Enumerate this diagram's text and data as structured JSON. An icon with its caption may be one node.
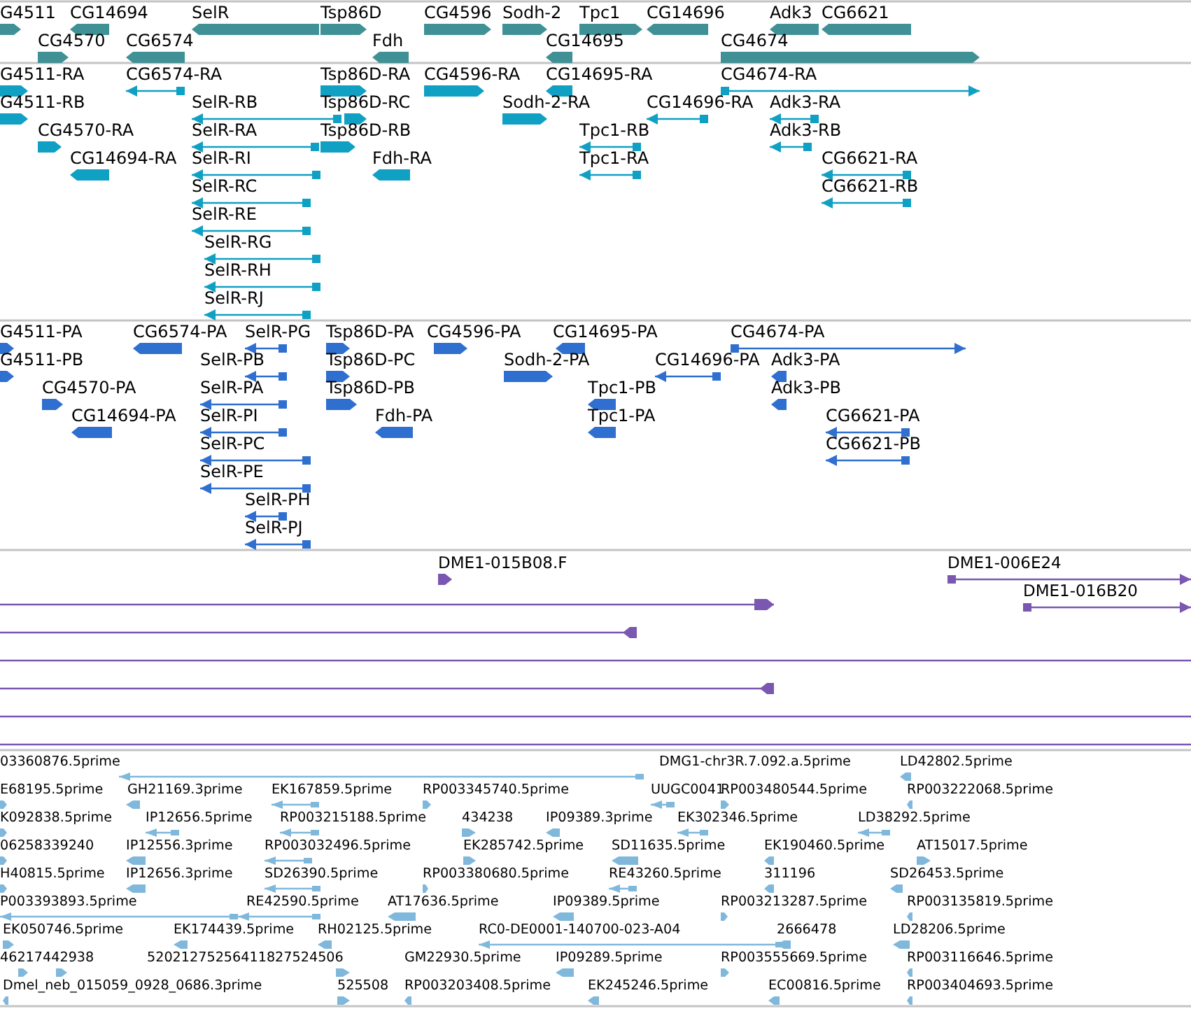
{
  "diagram": {
    "labels": [
      "G4511",
      "CG14694",
      "SelR",
      "Tsp86D",
      "CG4596",
      "Sodh-2",
      "Tpc1",
      "CG14696",
      "Adk3",
      "CG6621",
      "CG4570",
      "CG6574",
      "Fdh",
      "CG14695",
      "CG4674",
      "G4511-RA",
      "CG6574-RA",
      "Tsp86D-RA",
      "CG4596-RA",
      "CG14695-RA",
      "CG4674-RA",
      "G4511-RB",
      "SelR-RB",
      "Tsp86D-RC",
      "Sodh-2-RA",
      "CG14696-RA",
      "Adk3-RA",
      "CG4570-RA",
      "SelR-RA",
      "Tsp86D-RB",
      "Tpc1-RB",
      "Adk3-RB",
      "CG14694-RA",
      "SelR-RI",
      "Fdh-RA",
      "Tpc1-RA",
      "CG6621-RA",
      "SelR-RC",
      "CG6621-RB",
      "SelR-RE",
      "SelR-RG",
      "SelR-RH",
      "SelR-RJ",
      "G4511-PA",
      "CG6574-PA",
      "SelR-PG",
      "Tsp86D-PA",
      "CG4596-PA",
      "CG14695-PA",
      "CG4674-PA",
      "G4511-PB",
      "SelR-PB",
      "Tsp86D-PC",
      "Sodh-2-PA",
      "CG14696-PA",
      "Adk3-PA",
      "CG4570-PA",
      "SelR-PA",
      "Tsp86D-PB",
      "Tpc1-PB",
      "Adk3-PB",
      "CG14694-PA",
      "SelR-PI",
      "Fdh-PA",
      "Tpc1-PA",
      "CG6621-PA",
      "SelR-PC",
      "CG6621-PB",
      "SelR-PE",
      "SelR-PH",
      "SelR-PJ",
      "DME1-015B08.F",
      "DME1-006E24",
      "DME1-016B20",
      "03360876.5prime",
      "DMG1-chr3R.7.092.a.5prime",
      "LD42802.5prime",
      "E68195.5prime",
      "GH21169.3prime",
      "EK167859.5prime",
      "RP003345740.5prime",
      "UUGC0041",
      "RP003480544.5prime",
      "RP003222068.5prime",
      "K092838.5prime",
      "IP12656.5prime",
      "RP003215188.5prime",
      "434238",
      "IP09389.3prime",
      "EK302346.5prime",
      "LD38292.5prime",
      "06258339240",
      "IP12556.3prime",
      "RP003032496.5prime",
      "EK285742.5prime",
      "SD11635.5prime",
      "EK190460.5prime",
      "AT15017.5prime",
      "H40815.5prime",
      "IP12656.3prime",
      "SD26390.5prime",
      "RP003380680.5prime",
      "RE43260.5prime",
      "311196",
      "SD26453.5prime",
      "P003393893.5prime",
      "RE42590.5prime",
      "AT17636.5prime",
      "IP09389.5prime",
      "RP003213287.5prime",
      "RP003135819.5prime",
      "EK050746.5prime",
      "EK174439.5prime",
      "RH02125.5prime",
      "RC0-DE0001-140700-023-A04",
      "2666478",
      "LD28206.5prime",
      "46217442938",
      "52021275256411827524506",
      "GM22930.5prime",
      "IP09289.5prime",
      "RP003555669.5prime",
      "RP003116646.5prime",
      "Dmel_neb_015059_0928_0686.3prime",
      "525508",
      "RP003203408.5prime",
      "EK245246.5prime",
      "EC00816.5prime",
      "RP003404693.5prime"
    ]
  }
}
